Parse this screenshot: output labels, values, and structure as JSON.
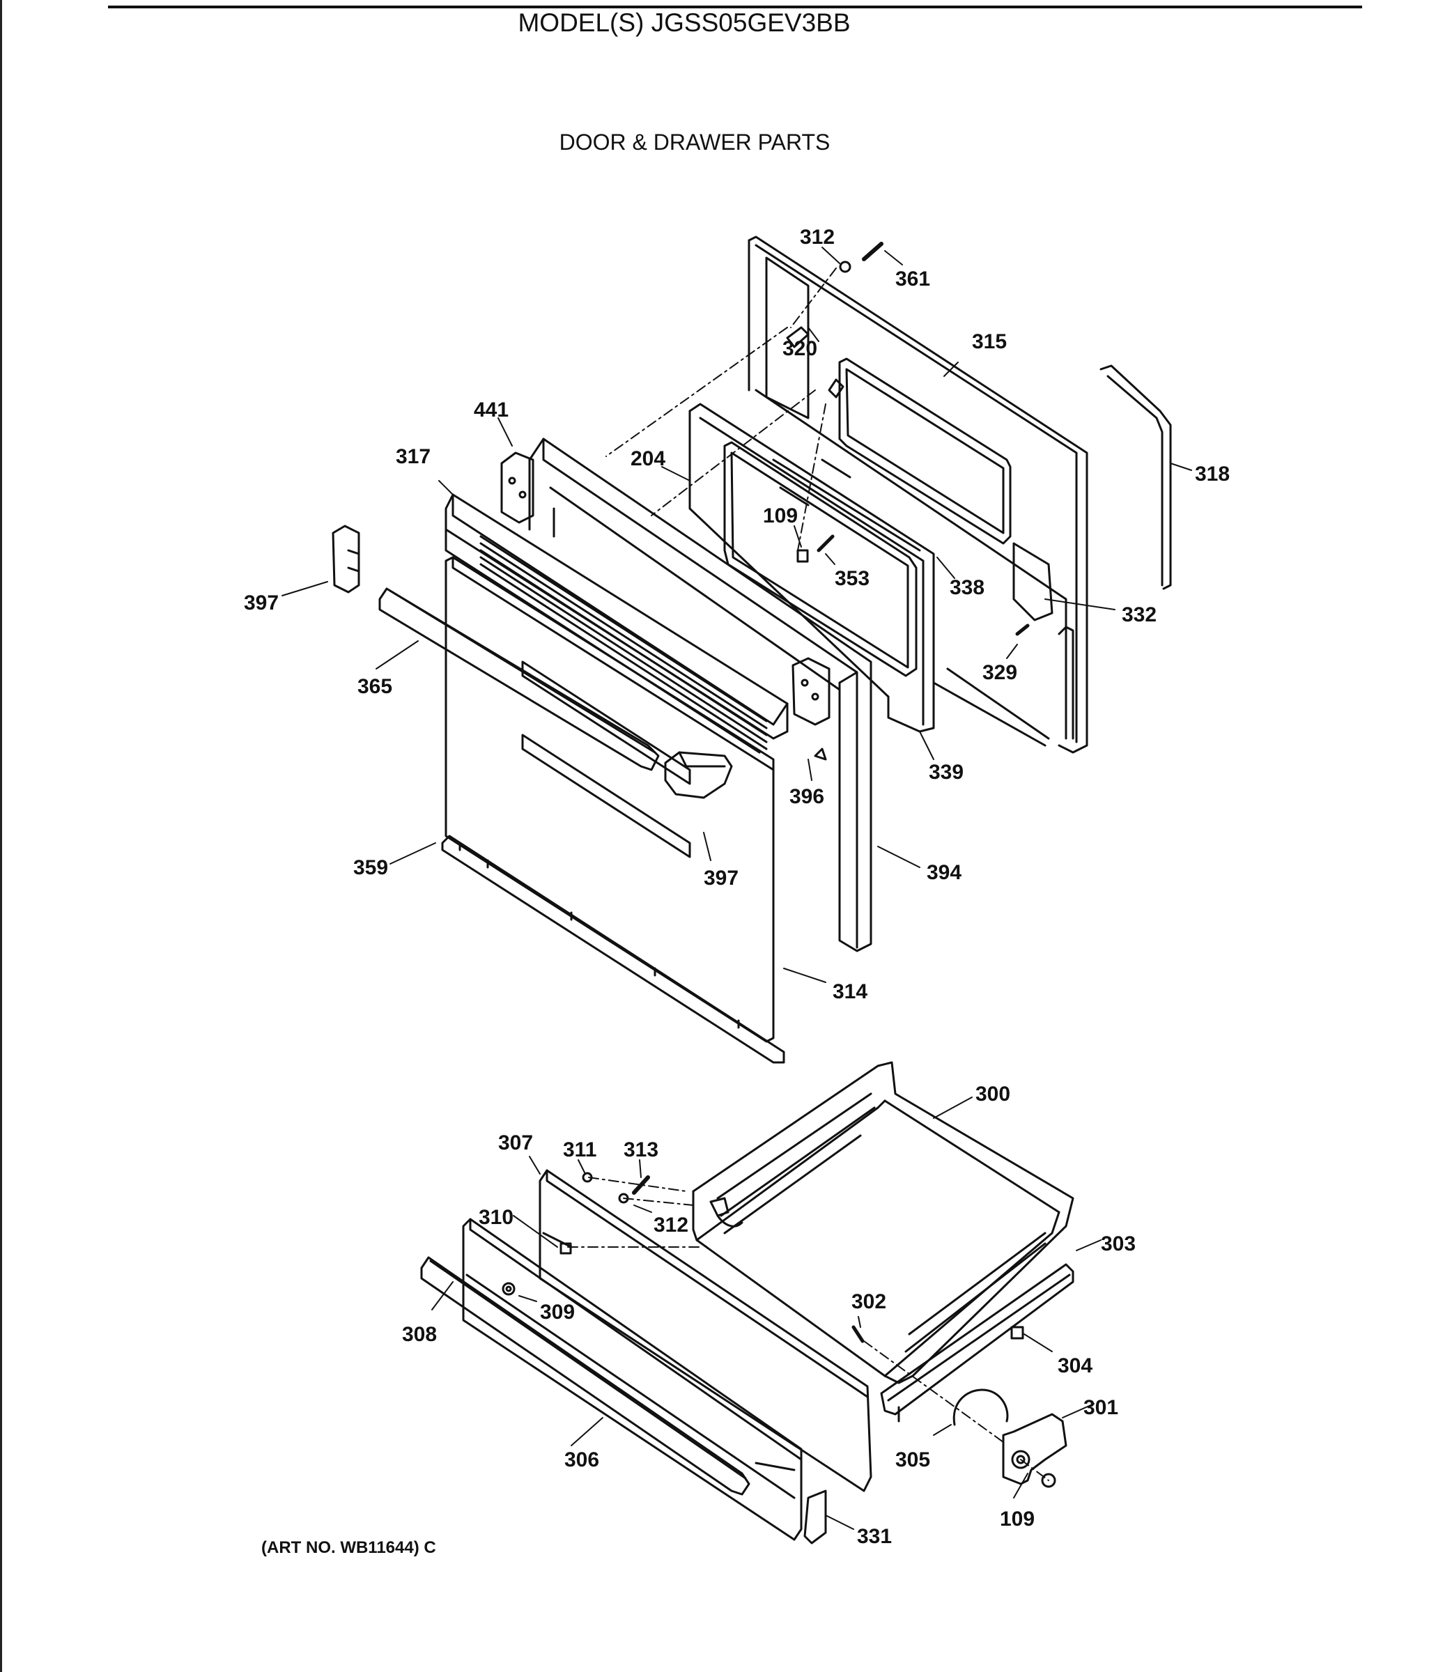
{
  "header": {
    "model": "MODEL(S) JGSS05GEV3BB",
    "section": "DOOR & DRAWER PARTS"
  },
  "footer": {
    "art_number": "(ART NO. WB11644) C"
  },
  "callouts": [
    {
      "label": "312",
      "id": "312a"
    },
    {
      "label": "361",
      "id": "361"
    },
    {
      "label": "320",
      "id": "320"
    },
    {
      "label": "315",
      "id": "315"
    },
    {
      "label": "441",
      "id": "441"
    },
    {
      "label": "318",
      "id": "318"
    },
    {
      "label": "317",
      "id": "317"
    },
    {
      "label": "204",
      "id": "204"
    },
    {
      "label": "109",
      "id": "109a"
    },
    {
      "label": "353",
      "id": "353"
    },
    {
      "label": "338",
      "id": "338"
    },
    {
      "label": "332",
      "id": "332"
    },
    {
      "label": "397",
      "id": "397a"
    },
    {
      "label": "329",
      "id": "329"
    },
    {
      "label": "365",
      "id": "365"
    },
    {
      "label": "339",
      "id": "339"
    },
    {
      "label": "396",
      "id": "396"
    },
    {
      "label": "359",
      "id": "359"
    },
    {
      "label": "397",
      "id": "397b"
    },
    {
      "label": "394",
      "id": "394"
    },
    {
      "label": "314",
      "id": "314"
    },
    {
      "label": "300",
      "id": "300"
    },
    {
      "label": "307",
      "id": "307"
    },
    {
      "label": "311",
      "id": "311"
    },
    {
      "label": "313",
      "id": "313"
    },
    {
      "label": "310",
      "id": "310"
    },
    {
      "label": "312",
      "id": "312b"
    },
    {
      "label": "303",
      "id": "303"
    },
    {
      "label": "302",
      "id": "302"
    },
    {
      "label": "309",
      "id": "309"
    },
    {
      "label": "308",
      "id": "308"
    },
    {
      "label": "304",
      "id": "304"
    },
    {
      "label": "301",
      "id": "301"
    },
    {
      "label": "305",
      "id": "305"
    },
    {
      "label": "306",
      "id": "306"
    },
    {
      "label": "109",
      "id": "109b"
    },
    {
      "label": "331",
      "id": "331"
    }
  ]
}
